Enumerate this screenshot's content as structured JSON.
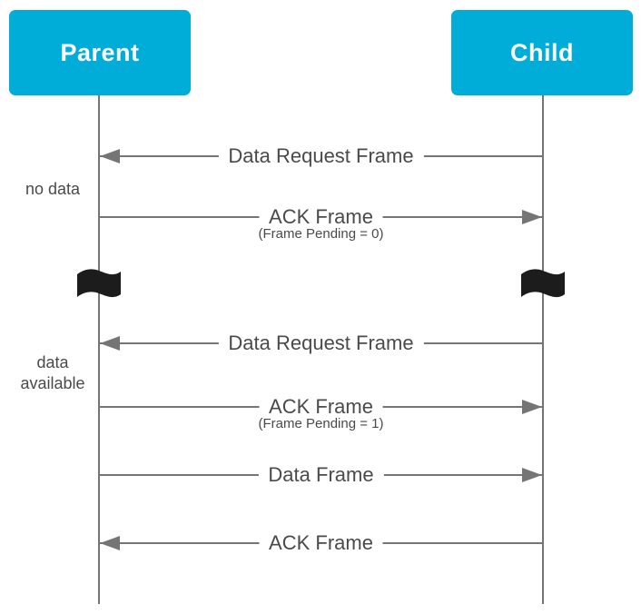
{
  "diagram": {
    "type": "sequence-diagram",
    "actors": [
      {
        "id": "parent",
        "label": "Parent"
      },
      {
        "id": "child",
        "label": "Child"
      }
    ],
    "side_notes": [
      {
        "lines": [
          "no data"
        ]
      },
      {
        "lines": [
          "data",
          "available"
        ]
      }
    ],
    "messages": [
      {
        "label": "Data Request Frame",
        "sublabel": "",
        "from": "child",
        "to": "parent",
        "direction": "left"
      },
      {
        "label": "ACK Frame",
        "sublabel": "(Frame Pending = 0)",
        "from": "parent",
        "to": "child",
        "direction": "right"
      },
      {
        "label": "Data Request Frame",
        "sublabel": "",
        "from": "child",
        "to": "parent",
        "direction": "left"
      },
      {
        "label": "ACK Frame",
        "sublabel": "(Frame Pending = 1)",
        "from": "parent",
        "to": "child",
        "direction": "right"
      },
      {
        "label": "Data Frame",
        "sublabel": "",
        "from": "parent",
        "to": "child",
        "direction": "right"
      },
      {
        "label": "ACK Frame",
        "sublabel": "",
        "from": "child",
        "to": "parent",
        "direction": "left"
      }
    ],
    "icons": {
      "time_break": "wavy-flag-icon"
    },
    "colors": {
      "actor_fill": "#00ACD8",
      "actor_text": "#FFFFFF",
      "line": "#757575",
      "text": "#4A4A4A",
      "flag": "#1C1C1C",
      "background": "#FFFFFF"
    }
  }
}
